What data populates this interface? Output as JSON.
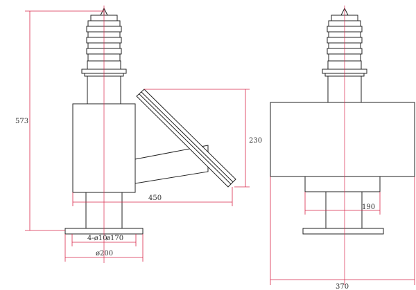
{
  "dimensions": {
    "height_total": "573",
    "panel_height": "230",
    "panel_width": "450",
    "holes": "4-ø10",
    "bolt_circle": "ø170",
    "flange_dia": "ø200",
    "housing_width": "370",
    "base_width": "190"
  },
  "colors": {
    "line": "#222222",
    "dimension": "#d9274a"
  }
}
